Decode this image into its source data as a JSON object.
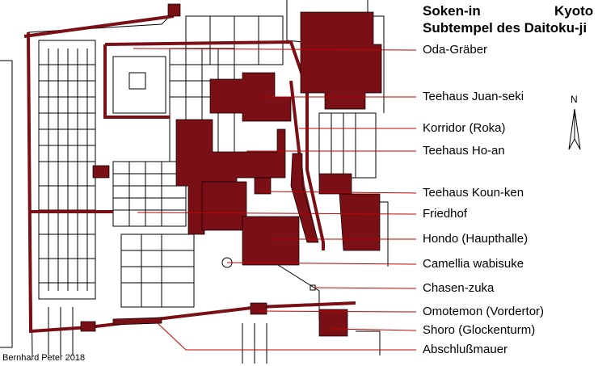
{
  "title": {
    "line1_left": "Soken-in",
    "line1_right": "Kyoto",
    "line2": "Subtempel des Daitoku-ji"
  },
  "labels": [
    "Oda-Gräber",
    "Teehaus Juan-seki",
    "Korridor (Roka)",
    "Teehaus Ho-an",
    "Teehaus Koun-ken",
    "Friedhof",
    "Hondo (Haupthalle)",
    "Camellia wabisuke",
    "Chasen-zuka",
    "Omotemon (Vordertor)",
    "Shoro (Glockenturm)",
    "Abschlußmauer"
  ],
  "north": "N",
  "credit": "Bernhard Peter 2018",
  "colors": {
    "building": "#7b0f16",
    "outline": "#000000"
  }
}
